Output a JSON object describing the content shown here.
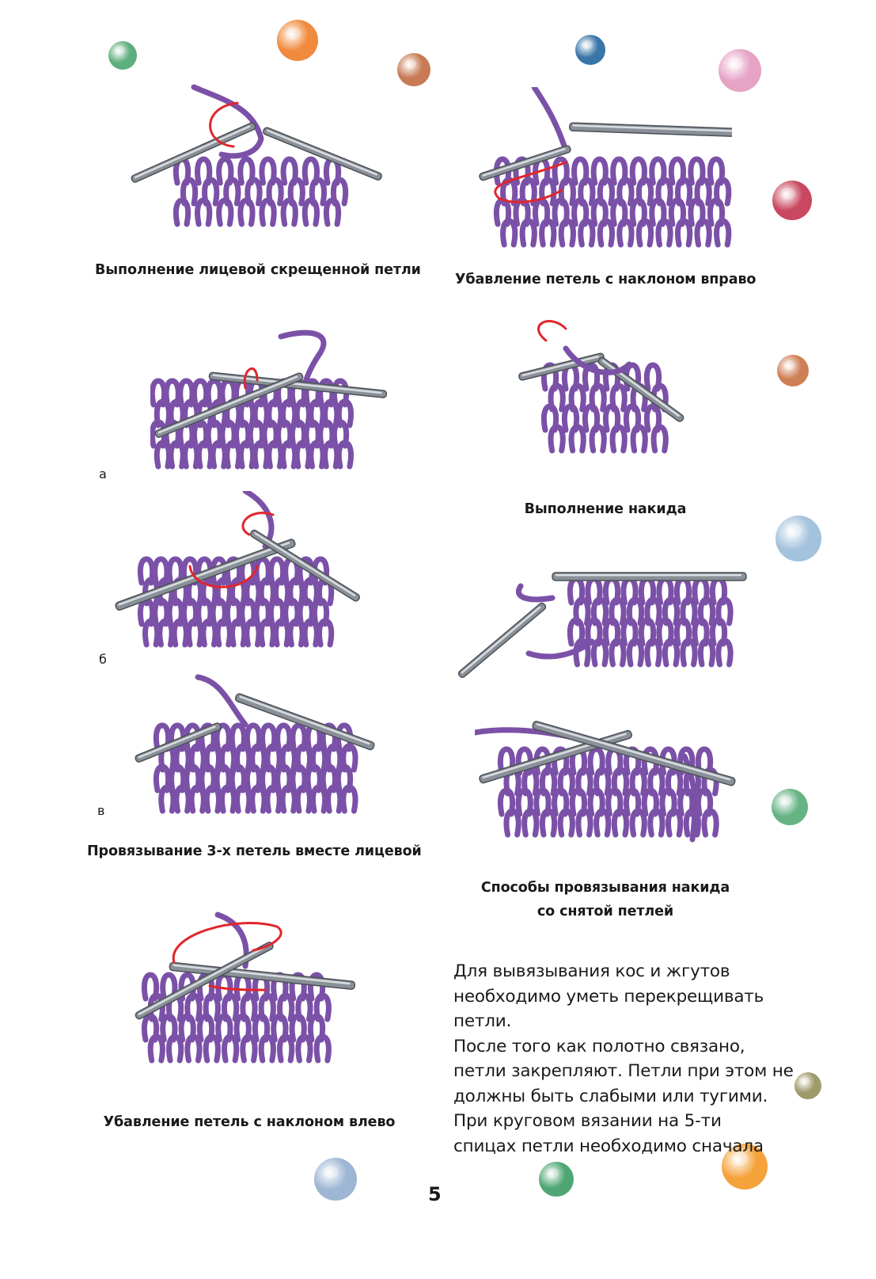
{
  "colors": {
    "yarn": "#7b51a8",
    "needle": "#8a9097",
    "needle_highlight": "#d9dde1",
    "arrow": "#e0262b",
    "text": "#1a1a1a"
  },
  "captions": {
    "fig1": "Выполнение лицевой скрещенной петли",
    "fig2": "Убавление петель с наклоном вправо",
    "fig3": "Выполнение накида",
    "fig4": "Провязывание 3-х петель вместе лицевой",
    "fig5_line1": "Способы провязывания накида",
    "fig5_line2": "со снятой петлей",
    "fig6": "Убавление петель с наклоном влево"
  },
  "labels": {
    "a": "а",
    "b": "б",
    "v": "в"
  },
  "body_text": [
    "Для вывязывания кос и жгутов",
    "необходимо уметь перекрещивать",
    "петли.",
    "После того как полотно связано,",
    "петли закрепляют. Петли при этом не",
    "должны быть слабыми или тугими.",
    "При круговом вязании на 5-ти",
    "спицах петли необходимо сначала"
  ],
  "page_number": "5",
  "decorations": {
    "ball_colors": [
      "#5fae7e",
      "#f08a3c",
      "#c87a55",
      "#3a75a8",
      "#e6a3c6",
      "#c94760",
      "#cf7f55",
      "#a3c2dc",
      "#66b384",
      "#9e9a6a",
      "#9db6d3",
      "#4fa673",
      "#f5a23a"
    ]
  }
}
